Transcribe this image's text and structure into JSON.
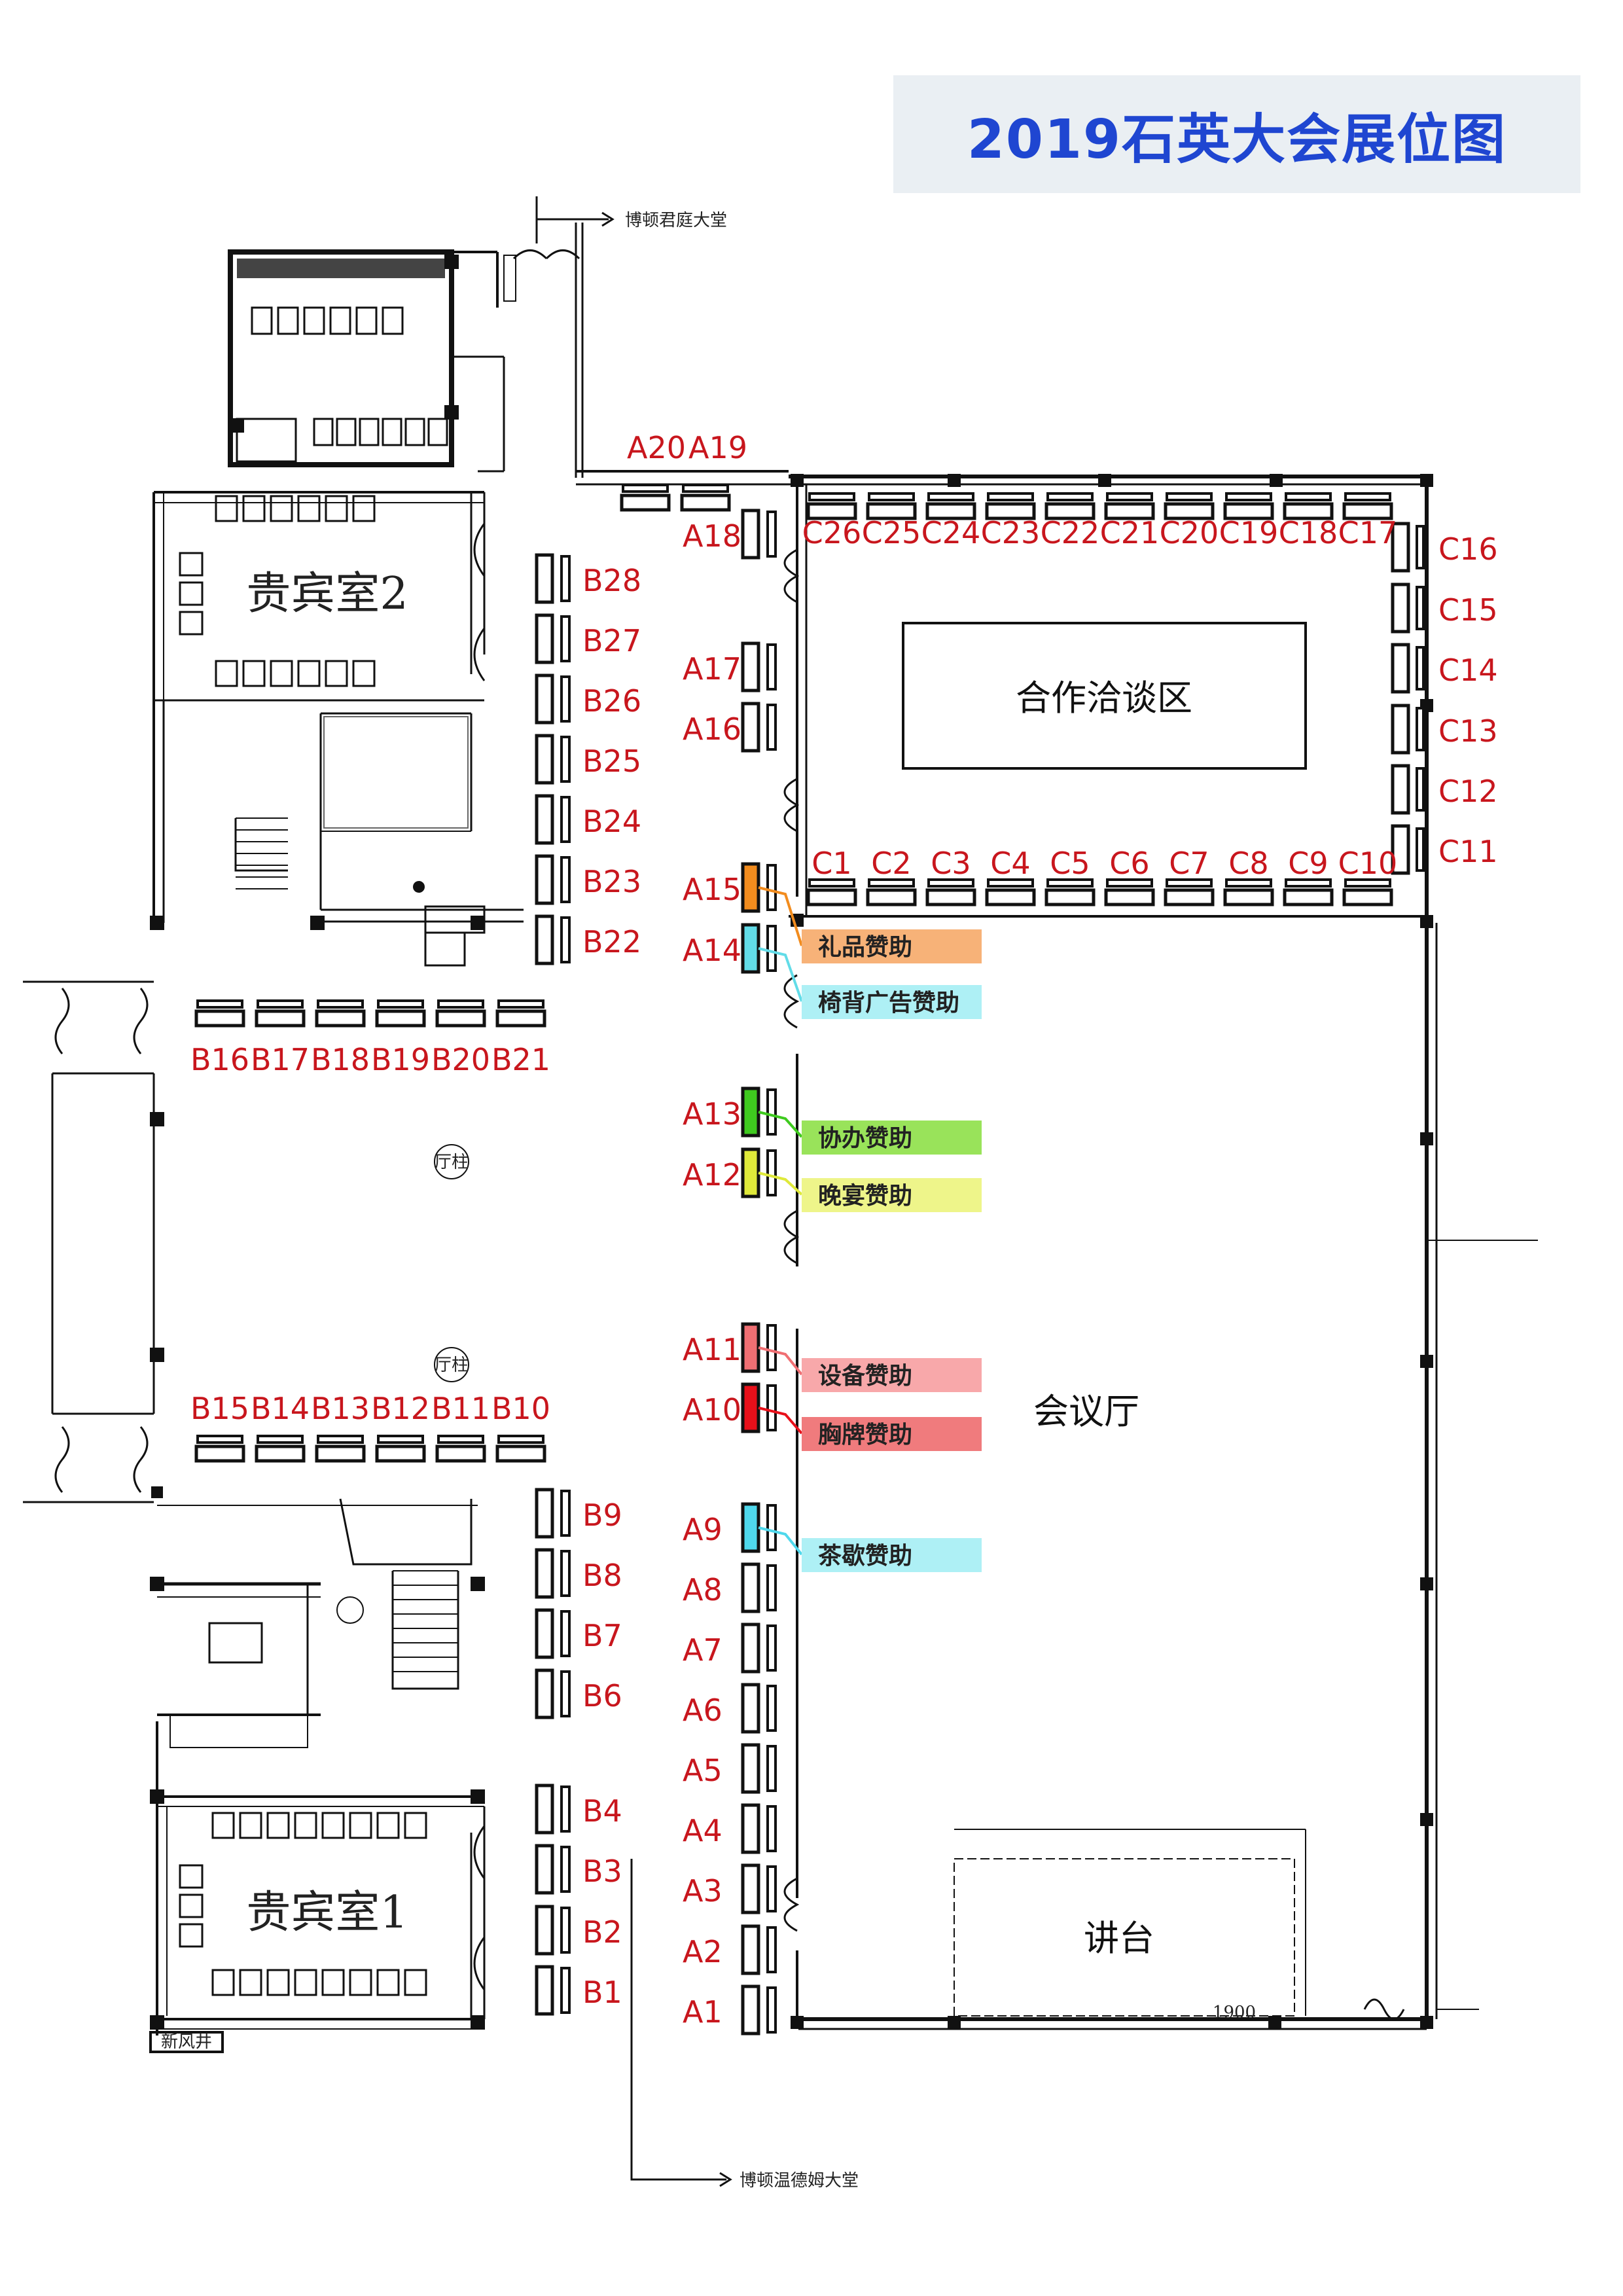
{
  "title": "2019石英大会展位图",
  "rooms": {
    "vip2": "贵宾室2",
    "vip1": "贵宾室1",
    "negotiation": "合作洽谈区",
    "conference": "会议厅",
    "podium": "讲台"
  },
  "signs": {
    "lobby_top": "博顿君庭大堂",
    "lobby_bottom": "博顿温德姆大堂",
    "pillar": "厅柱",
    "vent": "新风井",
    "dimension": "1900"
  },
  "booths": {
    "A": [
      "A1",
      "A2",
      "A3",
      "A4",
      "A5",
      "A6",
      "A7",
      "A8",
      "A9",
      "A10",
      "A11",
      "A12",
      "A13",
      "A14",
      "A15",
      "A16",
      "A17",
      "A18",
      "A19",
      "A20"
    ],
    "B": [
      "B1",
      "B2",
      "B3",
      "B4",
      "B6",
      "B7",
      "B8",
      "B9",
      "B10",
      "B11",
      "B12",
      "B13",
      "B14",
      "B15",
      "B16",
      "B17",
      "B18",
      "B19",
      "B20",
      "B21",
      "B22",
      "B23",
      "B24",
      "B25",
      "B26",
      "B27",
      "B28"
    ],
    "C": [
      "C1",
      "C2",
      "C3",
      "C4",
      "C5",
      "C6",
      "C7",
      "C8",
      "C9",
      "C10",
      "C11",
      "C12",
      "C13",
      "C14",
      "C15",
      "C16",
      "C17",
      "C18",
      "C19",
      "C20",
      "C21",
      "C22",
      "C23",
      "C24",
      "C25",
      "C26"
    ]
  },
  "sponsors": [
    {
      "label": "礼品赞助",
      "booth": "A15",
      "color": "#f7b278",
      "marker": "#f28c1e"
    },
    {
      "label": "椅背广告赞助",
      "booth": "A14",
      "color": "#aef0f5",
      "marker": "#62dce8"
    },
    {
      "label": "协办赞助",
      "booth": "A13",
      "color": "#99e35a",
      "marker": "#3fca1f"
    },
    {
      "label": "晚宴赞助",
      "booth": "A12",
      "color": "#eef58a",
      "marker": "#dfe93a"
    },
    {
      "label": "设备赞助",
      "booth": "A11",
      "color": "#f8a8aa",
      "marker": "#f06f73"
    },
    {
      "label": "胸牌赞助",
      "booth": "A10",
      "color": "#f07b7d",
      "marker": "#e8101a"
    },
    {
      "label": "茶歇赞助",
      "booth": "A9",
      "color": "#aef0f5",
      "marker": "#4fd8ec"
    }
  ]
}
